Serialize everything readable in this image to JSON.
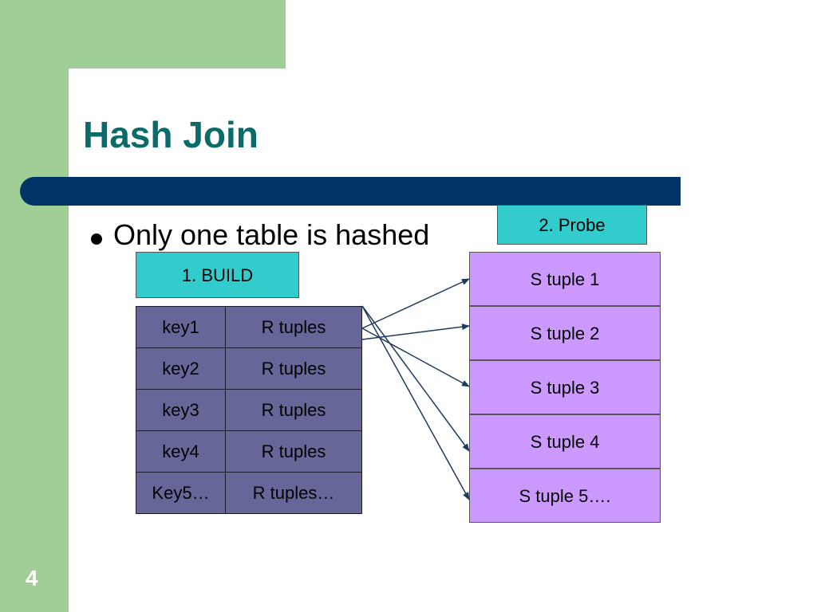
{
  "title": "Hash Join",
  "bullet": "Only one table is hashed",
  "build_label": "1. BUILD",
  "probe_label": "2. Probe",
  "hash_table": [
    {
      "key": "key1",
      "value": "R tuples"
    },
    {
      "key": "key2",
      "value": "R tuples"
    },
    {
      "key": "key3",
      "value": "R tuples"
    },
    {
      "key": "key4",
      "value": "R tuples"
    },
    {
      "key": "Key5…",
      "value": "R tuples…"
    }
  ],
  "s_tuples": [
    "S tuple 1",
    "S tuple 2",
    "S tuple 3",
    "S tuple 4",
    "S tuple 5…."
  ],
  "slide_number": "4",
  "colors": {
    "accent_green": "#9fcf97",
    "title_bar": "#003366",
    "title_text": "#0b6b68",
    "label_box": "#33cccc",
    "hash_cell": "#666699",
    "s_tuple": "#cc99ff"
  }
}
